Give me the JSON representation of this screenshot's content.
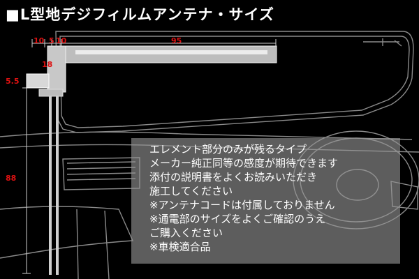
{
  "title": "■L型地デジフィルムアンテナ・サイズ",
  "dimensions": {
    "d1": "10",
    "d2": "5",
    "d3": "10",
    "d4": "95",
    "d5": "18",
    "d6": "5.5",
    "d7": "88"
  },
  "notes": [
    "エレメント部分のみが残るタイプ",
    "メーカー純正同等の感度が期待できます",
    "添付の説明書をよくお読みいただき",
    "施工してください",
    "※アンテナコードは付属しておりません",
    "※通電部のサイズをよくご確認のうえ",
    "ご購入ください",
    "※車検適合品"
  ],
  "colors": {
    "background": "#000000",
    "dimension_text": "#dd1111",
    "note_panel": "#969696",
    "antenna": "#c8c8c8",
    "car_outline": "#8a8a8a"
  }
}
